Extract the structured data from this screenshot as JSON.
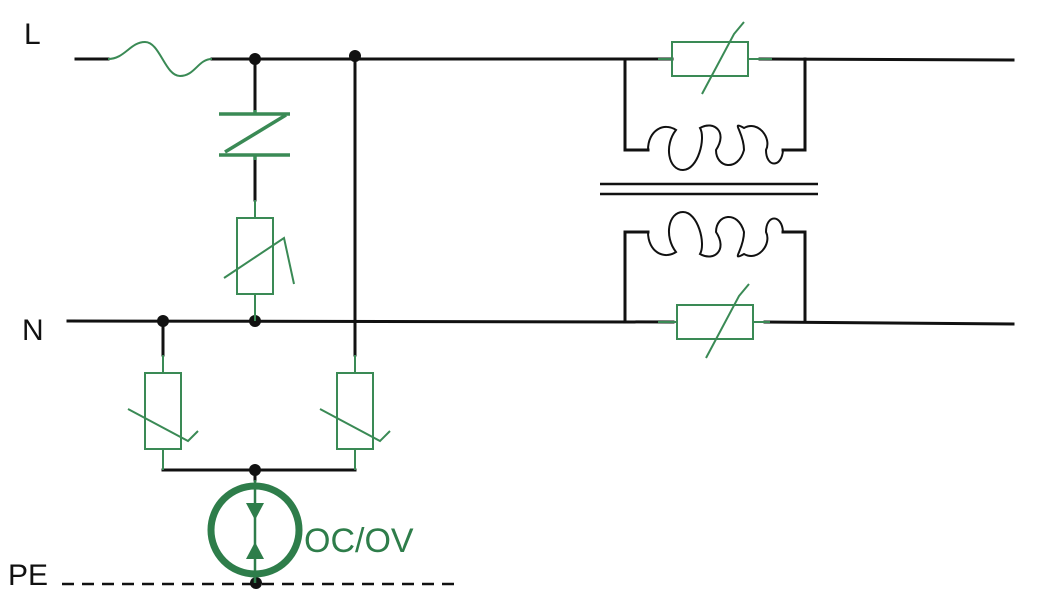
{
  "labels": {
    "line": "L",
    "neutral": "N",
    "protective_earth": "PE",
    "gdt_label": "OC/OV"
  },
  "colors": {
    "wire": "#111111",
    "component": "#3a8a55",
    "gdt": "#2e7d4a",
    "background": "#ffffff"
  }
}
